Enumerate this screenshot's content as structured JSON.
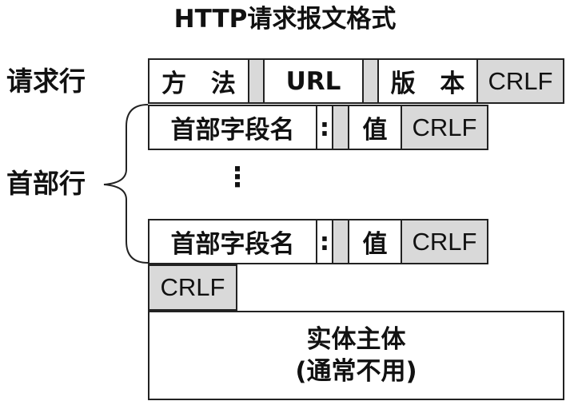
{
  "title": "HTTP请求报文格式",
  "labels": {
    "request_line": "请求行",
    "header_lines": "首部行"
  },
  "request_line": {
    "method": "方 法",
    "url": "URL",
    "version": "版 本",
    "crlf": "CRLF"
  },
  "header_line": {
    "field_name": "首部字段名",
    "colon": ":",
    "value": "值",
    "crlf": "CRLF"
  },
  "ellipsis": "⋮",
  "blank_line_crlf": "CRLF",
  "entity_body": {
    "line1": "实体主体",
    "line2": "(通常不用)"
  },
  "colors": {
    "separator_grey": "#d9d9d9",
    "border": "#222222"
  }
}
